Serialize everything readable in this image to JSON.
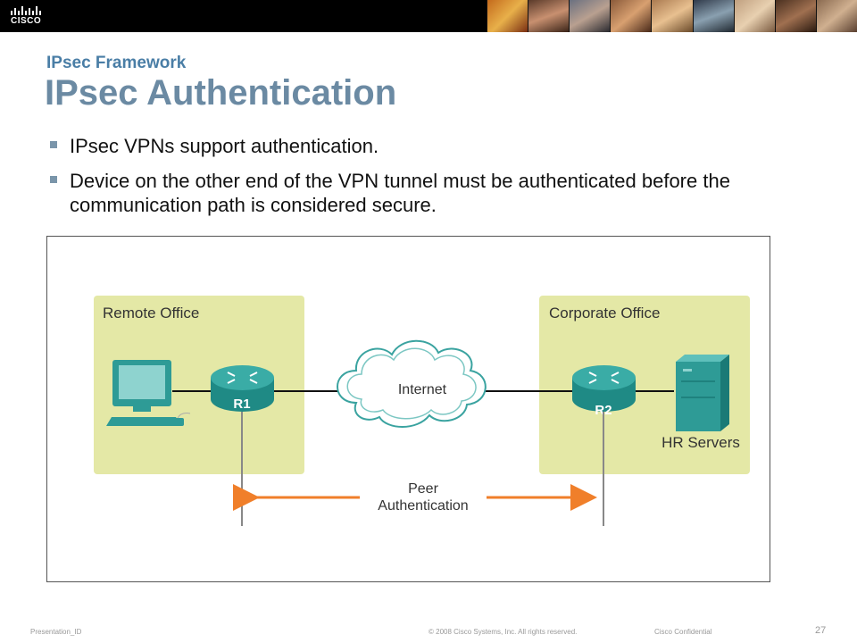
{
  "header": {
    "logo_text": "CISCO",
    "brand_color": "#000000"
  },
  "slide": {
    "subtitle": "IPsec Framework",
    "title": "IPsec Authentication",
    "bullets": [
      "IPsec VPNs support authentication.",
      "Device on the other end of the VPN tunnel must be authenticated before the communication path is considered secure."
    ]
  },
  "diagram": {
    "remote_office_label": "Remote Office",
    "corporate_office_label": "Corporate Office",
    "internet_label": "Internet",
    "router1_label": "R1",
    "router2_label": "R2",
    "server_label": "HR Servers",
    "peer_auth_line1": "Peer",
    "peer_auth_line2": "Authentication",
    "colors": {
      "office_box": "#e4e8a6",
      "device_teal": "#2e9b96",
      "arrow_orange": "#f07f2a",
      "cloud_stroke": "#3aa3a0"
    }
  },
  "footer": {
    "left": "Presentation_ID",
    "copyright": "© 2008 Cisco Systems, Inc. All rights reserved.",
    "confidential": "Cisco Confidential",
    "page_number": "27"
  }
}
